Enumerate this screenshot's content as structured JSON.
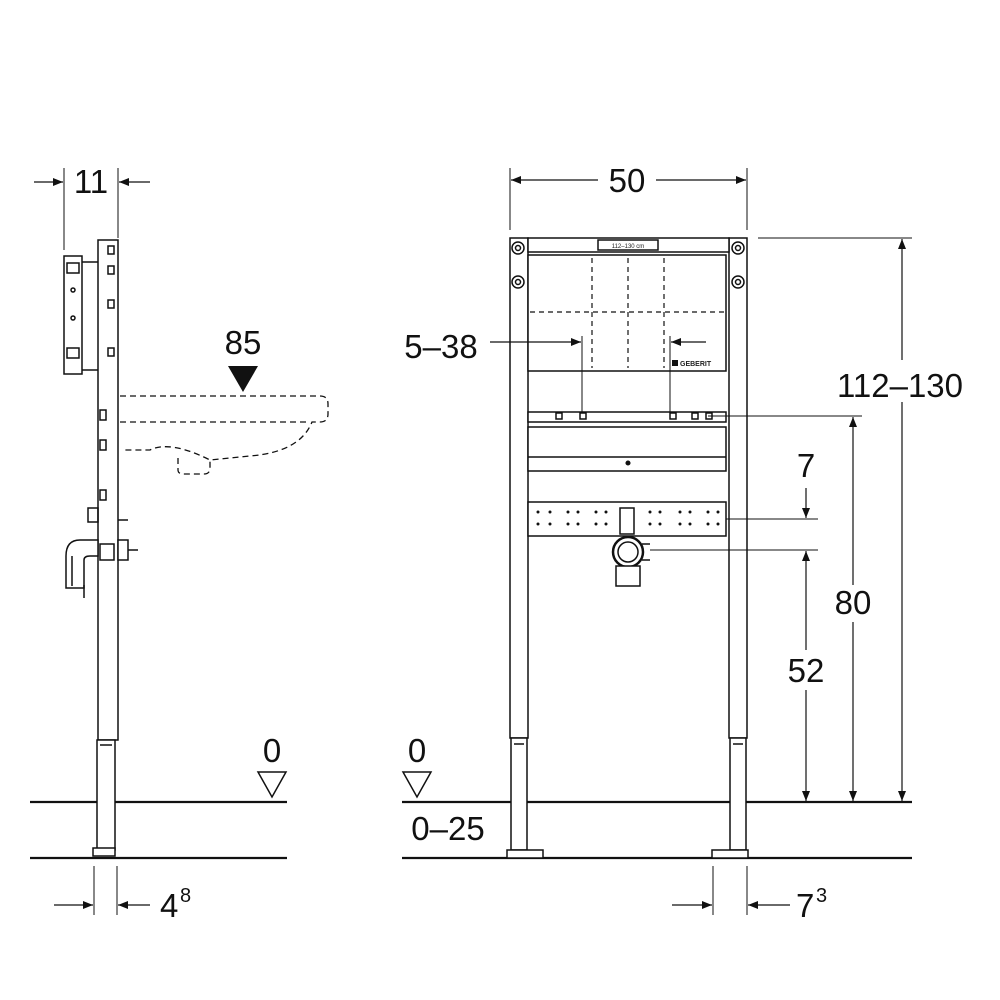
{
  "drawing": {
    "side_view": {
      "depth_top": "11",
      "basin_height": "85",
      "floor_level": "0",
      "foot_depth": "4",
      "foot_depth_sup": "8"
    },
    "front_view": {
      "width": "50",
      "pipe_distance": "5–38",
      "total_height": "112–130",
      "mounting_height": "80",
      "rail_gap": "7",
      "drain_height": "52",
      "floor_level": "0",
      "floor_adjust": "0–25",
      "foot_width": "7",
      "foot_width_sup": "3",
      "plate_label": "112–130 cm",
      "brand": "GEBERIT"
    }
  }
}
